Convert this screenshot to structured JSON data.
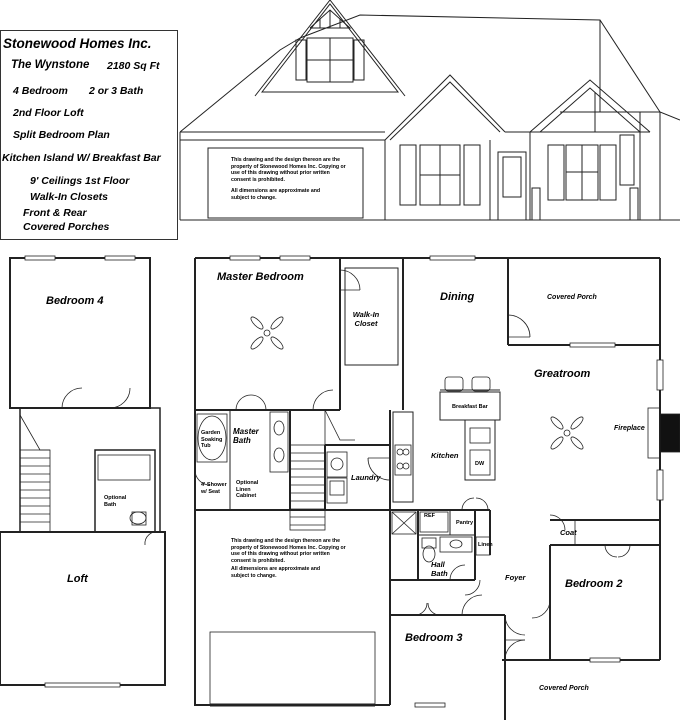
{
  "info": {
    "company": "Stonewood Homes Inc.",
    "plan_name": "The Wynstone",
    "sqft": "2180 Sq Ft",
    "bedrooms": "4 Bedroom",
    "baths": "2 or 3 Bath",
    "features": [
      "2nd Floor Loft",
      "Split Bedroom Plan",
      "Kitchen Island W/ Breakfast Bar",
      "9' Ceilings 1st Floor",
      "Walk-In Closets",
      "Front & Rear",
      "Covered Porches"
    ]
  },
  "notes": {
    "elevation_notice": "This drawing and the design thereon are the property of Stonewood Homes Inc. Copying or use of this drawing without prior written consent is prohibited.",
    "elevation_dims": "All dimensions are approximate and subject to change.",
    "plan_notice": "This drawing and the design thereon are the property of Stonewood Homes Inc. Copying or use of this drawing without prior written consent is prohibited.",
    "plan_dims": "All dimensions are approximate and subject to change."
  },
  "rooms": {
    "bedroom4": "Bedroom 4",
    "loft": "Loft",
    "optional_bath": "Optional Bath",
    "master_bedroom": "Master Bedroom",
    "walk_in_closet": "Walk-In Closet",
    "master_bath": "Master Bath",
    "garden_tub": "Garden Soaking Tub",
    "shower": "4' Shower w/ Seat",
    "linen_cabinet": "Optional Linen Cabinet",
    "laundry": "Laundry",
    "dining": "Dining",
    "covered_porch_rear": "Covered Porch",
    "greatroom": "Greatroom",
    "breakfast_bar": "Breakfast Bar",
    "fireplace": "Fireplace",
    "kitchen": "Kitchen",
    "dw": "DW",
    "ref": "REF",
    "pantry": "Pantry",
    "linen": "Linen",
    "hall_bath": "Hall Bath",
    "coat": "Coat",
    "foyer": "Foyer",
    "bedroom2": "Bedroom 2",
    "bedroom3": "Bedroom 3",
    "covered_porch_front": "Covered Porch"
  }
}
